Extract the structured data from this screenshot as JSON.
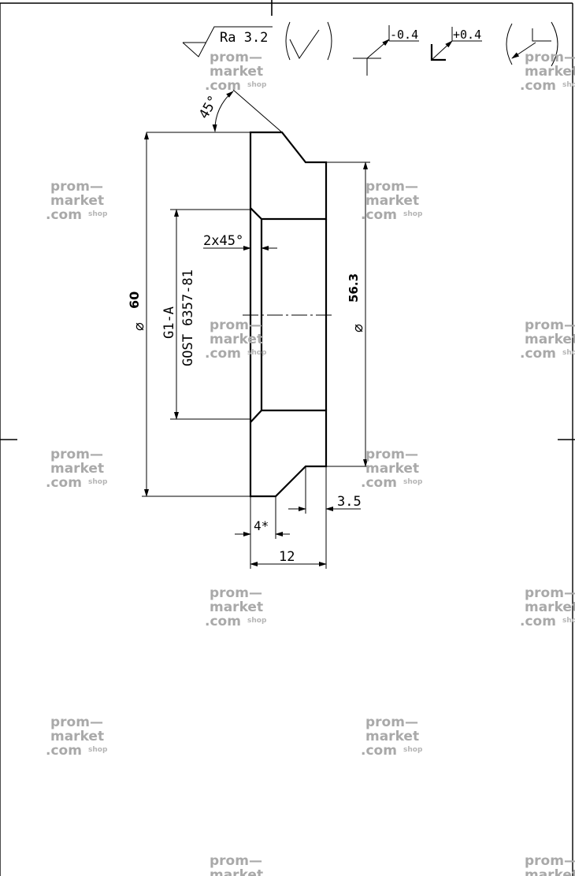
{
  "roughness": {
    "label": "Ra 3.2"
  },
  "tolerances": {
    "minus": "-0.4",
    "plus": "+0.4"
  },
  "angle": {
    "label": "45°"
  },
  "chamfer": {
    "label": "2x45°"
  },
  "diameters": {
    "outer": {
      "symbol": "⌀",
      "value": "60"
    },
    "inner": {
      "symbol": "⌀",
      "value": "56.3"
    }
  },
  "thread": {
    "line1": "G1-A",
    "line2": "GOST 6357-81"
  },
  "dims": {
    "d35": "3.5",
    "d4": "4*",
    "d12": "12"
  },
  "watermark": {
    "line1": "prom—",
    "line2": "market",
    "line3": ".com",
    "suffix": "shop"
  }
}
